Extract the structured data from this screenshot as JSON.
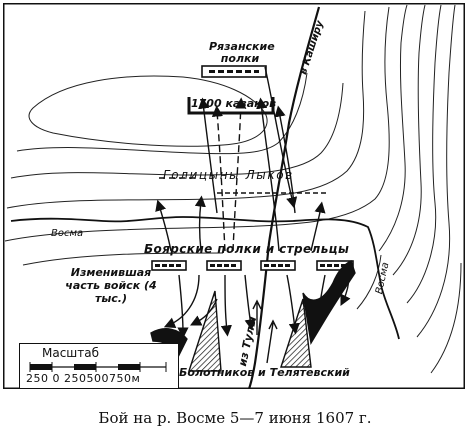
{
  "map": {
    "labels": {
      "ryazan": "Рязанские полки",
      "kazaks": "1700 казаков",
      "kashira": "в Каширу",
      "golitsyn": "Голицыны Лыков",
      "vosma_left": "Восма",
      "vosma_right": "Восма",
      "boyar": "Боярские полки и стрельцы",
      "traitors": "Изменившая часть войск (4 тыс.)",
      "tula": "из Тулы",
      "bolotnikov": "Болотников и Телятевский"
    },
    "scale": {
      "title": "Масштаб",
      "ticks": "250 0 250500750м"
    },
    "caption": "Бой на р. Восме 5—7 июня 1607 г.",
    "colors": {
      "ink": "#111111",
      "paper": "#ffffff"
    }
  }
}
